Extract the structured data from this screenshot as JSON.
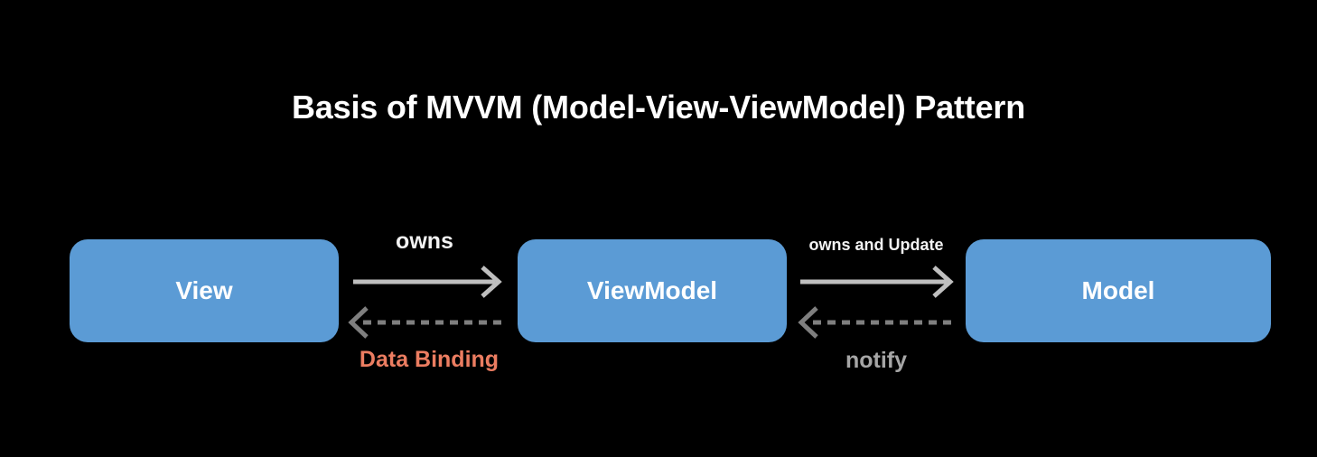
{
  "diagram": {
    "title": "Basis of MVVM (Model-View-ViewModel) Pattern",
    "background_color": "#000000",
    "nodes": [
      {
        "id": "view",
        "label": "View",
        "fill": "#5b9bd5",
        "text_color": "#ffffff"
      },
      {
        "id": "viewmodel",
        "label": "ViewModel",
        "fill": "#5b9bd5",
        "text_color": "#ffffff"
      },
      {
        "id": "model",
        "label": "Model",
        "fill": "#5b9bd5",
        "text_color": "#ffffff"
      }
    ],
    "edges": [
      {
        "id": "view-to-viewmodel",
        "label": "owns",
        "from": "View",
        "to": "ViewModel",
        "style": "solid",
        "direction": "right",
        "color": "#bfbfbf",
        "label_color": "#f2f2f2"
      },
      {
        "id": "viewmodel-to-view",
        "label": "Data Binding",
        "from": "ViewModel",
        "to": "View",
        "style": "dashed",
        "direction": "left",
        "color": "#7f7f7f",
        "label_color": "#ec7d61"
      },
      {
        "id": "viewmodel-to-model",
        "label": "owns and Update",
        "from": "ViewModel",
        "to": "Model",
        "style": "solid",
        "direction": "right",
        "color": "#bfbfbf",
        "label_color": "#f2f2f2"
      },
      {
        "id": "model-to-viewmodel",
        "label": "notify",
        "from": "Model",
        "to": "ViewModel",
        "style": "dashed",
        "direction": "left",
        "color": "#7f7f7f",
        "label_color": "#a6a6a6"
      }
    ]
  }
}
